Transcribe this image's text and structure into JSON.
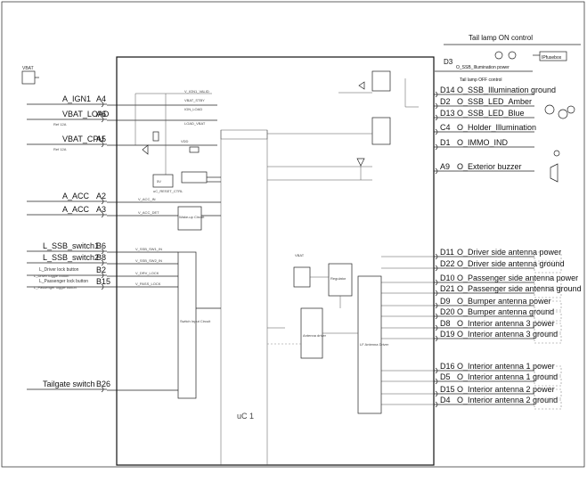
{
  "module_label": "uC 1",
  "top_right": {
    "title": "Tail lamp ON control",
    "pin": "D3",
    "signal": "O_SSB_Illumination power",
    "sub": "Tail lamp OFF control",
    "fusebox": "IPfusebox"
  },
  "vbat_label": "VBAT",
  "left_pins": [
    {
      "label": "A_IGN1",
      "pin": "A4",
      "sub": ""
    },
    {
      "label": "VBAT_LOAD",
      "pin": "A6",
      "sub": "Ref 12A"
    },
    {
      "label": "VBAT_CPU",
      "pin": "A5",
      "sub": "Ref 12A"
    },
    {
      "label": "A_ACC",
      "pin": "A2",
      "sub": ""
    },
    {
      "label": "A_ACC",
      "pin": "A3",
      "sub": ""
    },
    {
      "label": "L_SSB_switch1",
      "pin": "B6",
      "sub": ""
    },
    {
      "label": "L_SSB_switch2",
      "pin": "B8",
      "sub": ""
    },
    {
      "label": "L_Driver lock button",
      "pin": "B2",
      "sub": "L_Driver toggle button"
    },
    {
      "label": "L_Passenger lock button",
      "pin": "B15",
      "sub": "L_Passenger toggle button"
    },
    {
      "label": "Tailgate switch",
      "pin": "B26",
      "sub": ""
    }
  ],
  "right_pins": [
    {
      "pin": "D14",
      "label": "O_SSB_Illumination ground"
    },
    {
      "pin": "D2",
      "label": "O_SSB_LED_Amber"
    },
    {
      "pin": "D13",
      "label": "O_SSB_LED_Blue"
    },
    {
      "pin": "C4",
      "label": "O_Holder_Illumination"
    },
    {
      "pin": "D1",
      "label": "O_IMMO_IND"
    },
    {
      "pin": "A9",
      "label": "O_Exterior buzzer"
    },
    {
      "pin": "D11",
      "label": "O_Driver side antenna power"
    },
    {
      "pin": "D22",
      "label": "O_Driver side antenna ground"
    },
    {
      "pin": "D10",
      "label": "O_Passenger side antenna power"
    },
    {
      "pin": "D21",
      "label": "O_Passenger side antenna ground"
    },
    {
      "pin": "D9",
      "label": "O_Bumper antenna power"
    },
    {
      "pin": "D20",
      "label": "O_Bumper antenna ground"
    },
    {
      "pin": "D8",
      "label": "O_Interior antenna 3 power"
    },
    {
      "pin": "D19",
      "label": "O_Interior antenna 3 ground"
    },
    {
      "pin": "D16",
      "label": "O_Interior antenna 1 power"
    },
    {
      "pin": "D5",
      "label": "O_Interior antenna 1 ground"
    },
    {
      "pin": "D15",
      "label": "O_Interior antenna 2 power"
    },
    {
      "pin": "D4",
      "label": "O_Interior antenna 2 ground"
    }
  ],
  "inner_labels": {
    "vcc_ign": "V_IGN1_VALID",
    "vbat_stb": "VBAT_STBY",
    "ign_load": "IGN_LOAD",
    "load_vbat": "LOAD_VBAT",
    "vdd": "VDD",
    "acc_in": "V_ACC_IN",
    "acc_det": "V_ACC_DET",
    "acc_block": "Wake-up Circuit",
    "reg5": "5V",
    "rst": "uC_RESET_CTRL",
    "ssb1": "V_SSB_SW1_IN",
    "ssb2": "V_SSB_SW2_IN",
    "drv": "V_DRV_LOCK",
    "pass": "V_PASS_LOCK",
    "switch_block": "Switch Input Circuit",
    "regulator": "Regulator",
    "mux": "Antenna driver",
    "dr_block": "LF Antenna Driver",
    "vbat_n": "VBAT"
  }
}
